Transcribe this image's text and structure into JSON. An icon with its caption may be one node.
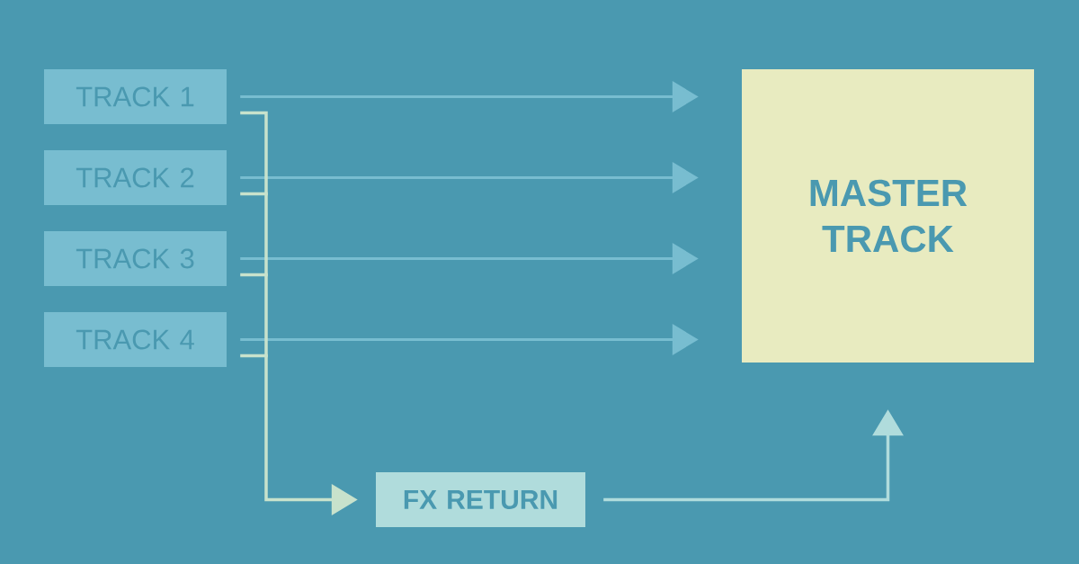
{
  "diagram": {
    "nodes": [
      {
        "text": [
          "TRACK 1"
        ]
      },
      {
        "text": [
          "TRACK 2"
        ]
      },
      {
        "text": [
          "TRACK 3"
        ]
      },
      {
        "text": [
          "TRACK 4"
        ]
      },
      {
        "text": [
          "MASTER TRACK"
        ]
      },
      {
        "text": [
          "FX RETURN"
        ]
      }
    ],
    "edges": [
      {
        "from": 0,
        "to": 4,
        "arrow": "to"
      },
      {
        "from": 1,
        "to": 4,
        "arrow": "to"
      },
      {
        "from": 2,
        "to": 4,
        "arrow": "to"
      },
      {
        "from": 3,
        "to": 4,
        "arrow": "to"
      },
      {
        "from": 0,
        "to": 5,
        "arrow": "to",
        "color": "#c8e2cc"
      },
      {
        "from": 1,
        "to": 5,
        "arrow": "to",
        "color": "#c8e2cc"
      },
      {
        "from": 2,
        "to": 5,
        "arrow": "to",
        "color": "#c8e2cc"
      },
      {
        "from": 3,
        "to": 5,
        "arrow": "to",
        "color": "#c8e2cc"
      },
      {
        "from": 5,
        "to": 4,
        "arrow": "to",
        "color": "#b0dcdc"
      }
    ]
  }
}
